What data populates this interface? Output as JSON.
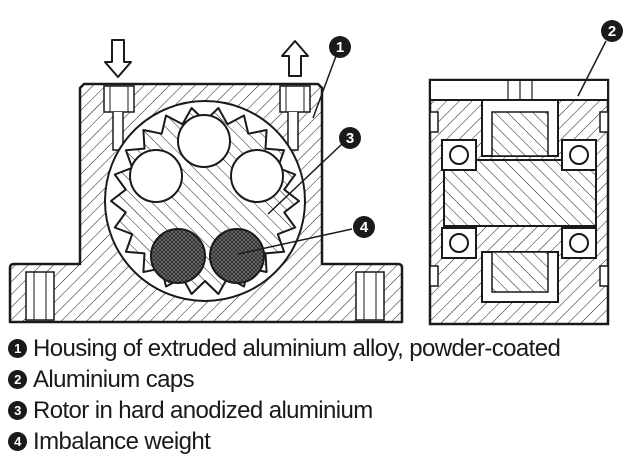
{
  "callouts": {
    "c1": "1",
    "c2": "2",
    "c3": "3",
    "c4": "4"
  },
  "legend": {
    "items": [
      {
        "number": "1",
        "text": "Housing of extruded aluminium alloy, powder-coated"
      },
      {
        "number": "2",
        "text": "Aluminium caps"
      },
      {
        "number": "3",
        "text": "Rotor in hard anodized aluminium"
      },
      {
        "number": "4",
        "text": "Imbalance weight"
      }
    ]
  },
  "icons": {
    "inlet": "arrow-down-icon",
    "outlet": "arrow-up-icon"
  },
  "colors": {
    "ink": "#1a1a1a",
    "paper": "#ffffff"
  }
}
